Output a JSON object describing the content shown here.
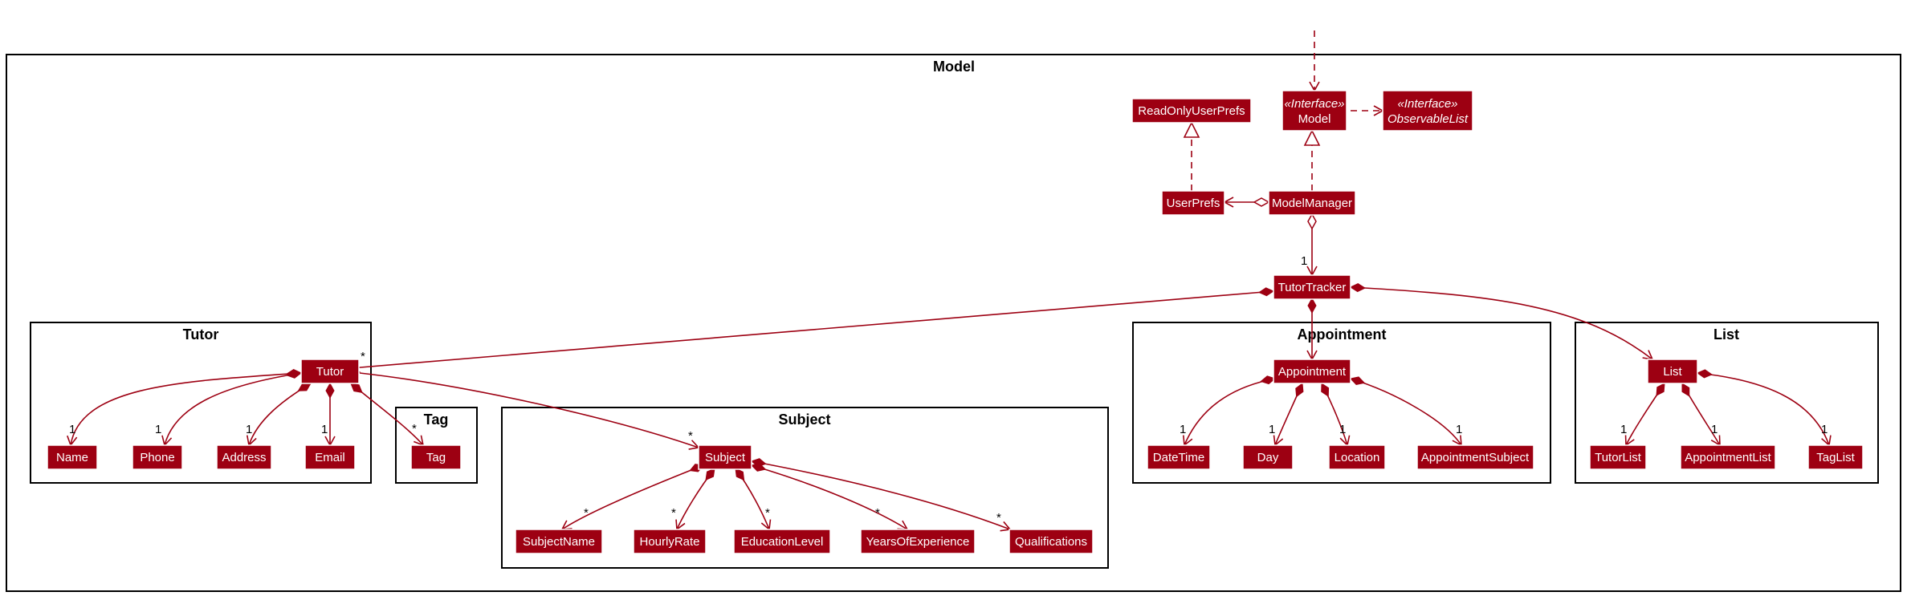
{
  "diagram": {
    "colors": {
      "class_fill": "#9d0012",
      "class_text": "#ffffff",
      "edge": "#9d0012",
      "frame": "#000000"
    },
    "packages": {
      "model": "Model",
      "tutor": "Tutor",
      "tag": "Tag",
      "subject": "Subject",
      "appointment": "Appointment",
      "list": "List"
    },
    "classes": {
      "read_only_user_prefs": "ReadOnlyUserPrefs",
      "model_interface_stereotype": "«Interface»",
      "model_interface": "Model",
      "observable_list_stereotype": "«Interface»",
      "observable_list": "ObservableList",
      "user_prefs": "UserPrefs",
      "model_manager": "ModelManager",
      "tutor_tracker": "TutorTracker",
      "tutor": "Tutor",
      "name": "Name",
      "phone": "Phone",
      "address": "Address",
      "email": "Email",
      "tag": "Tag",
      "subject": "Subject",
      "subject_name": "SubjectName",
      "hourly_rate": "HourlyRate",
      "education_level": "EducationLevel",
      "years_of_experience": "YearsOfExperience",
      "qualifications": "Qualifications",
      "appointment": "Appointment",
      "date_time": "DateTime",
      "day": "Day",
      "location": "Location",
      "appointment_subject": "AppointmentSubject",
      "list": "List",
      "tutor_list": "TutorList",
      "appointment_list": "AppointmentList",
      "tag_list": "TagList"
    },
    "multiplicities": {
      "modelmanager_tutortracker": "1",
      "tracker_tutor": "*",
      "tutor_name": "1",
      "tutor_phone": "1",
      "tutor_address": "1",
      "tutor_email": "1",
      "tutor_tag": "*",
      "tutor_subject": "*",
      "subject_subjectname": "*",
      "subject_hourlyrate": "*",
      "subject_educationlevel": "*",
      "subject_yearsofexperience": "*",
      "subject_qualifications": "*",
      "appointment_datetime": "1",
      "appointment_day": "1",
      "appointment_location": "1",
      "appointment_appointmentsubject": "1",
      "list_tutorlist": "1",
      "list_appointmentlist": "1",
      "list_taglist": "1"
    }
  }
}
